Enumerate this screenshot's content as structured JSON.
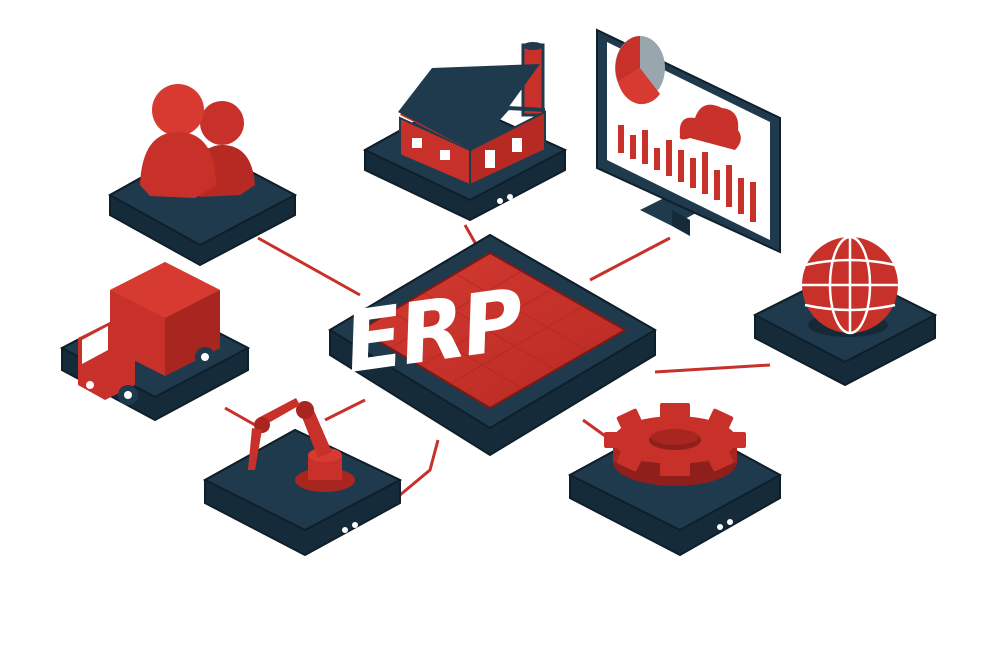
{
  "hub": {
    "label": "ERP"
  },
  "modules": [
    {
      "name": "people",
      "icon": "people-icon"
    },
    {
      "name": "factory",
      "icon": "factory-icon"
    },
    {
      "name": "analytics-monitor",
      "icon": "monitor-chart-icon"
    },
    {
      "name": "delivery-truck",
      "icon": "truck-icon"
    },
    {
      "name": "globe",
      "icon": "globe-icon"
    },
    {
      "name": "robotic-arm",
      "icon": "robot-arm-icon"
    },
    {
      "name": "gear",
      "icon": "gear-icon"
    }
  ],
  "colors": {
    "accent": "#c8312a",
    "accent_dark": "#8e1f1a",
    "platform": "#1f3a4d",
    "platform_side": "#152b3a",
    "connector": "#c8312a",
    "background": "#ffffff"
  }
}
